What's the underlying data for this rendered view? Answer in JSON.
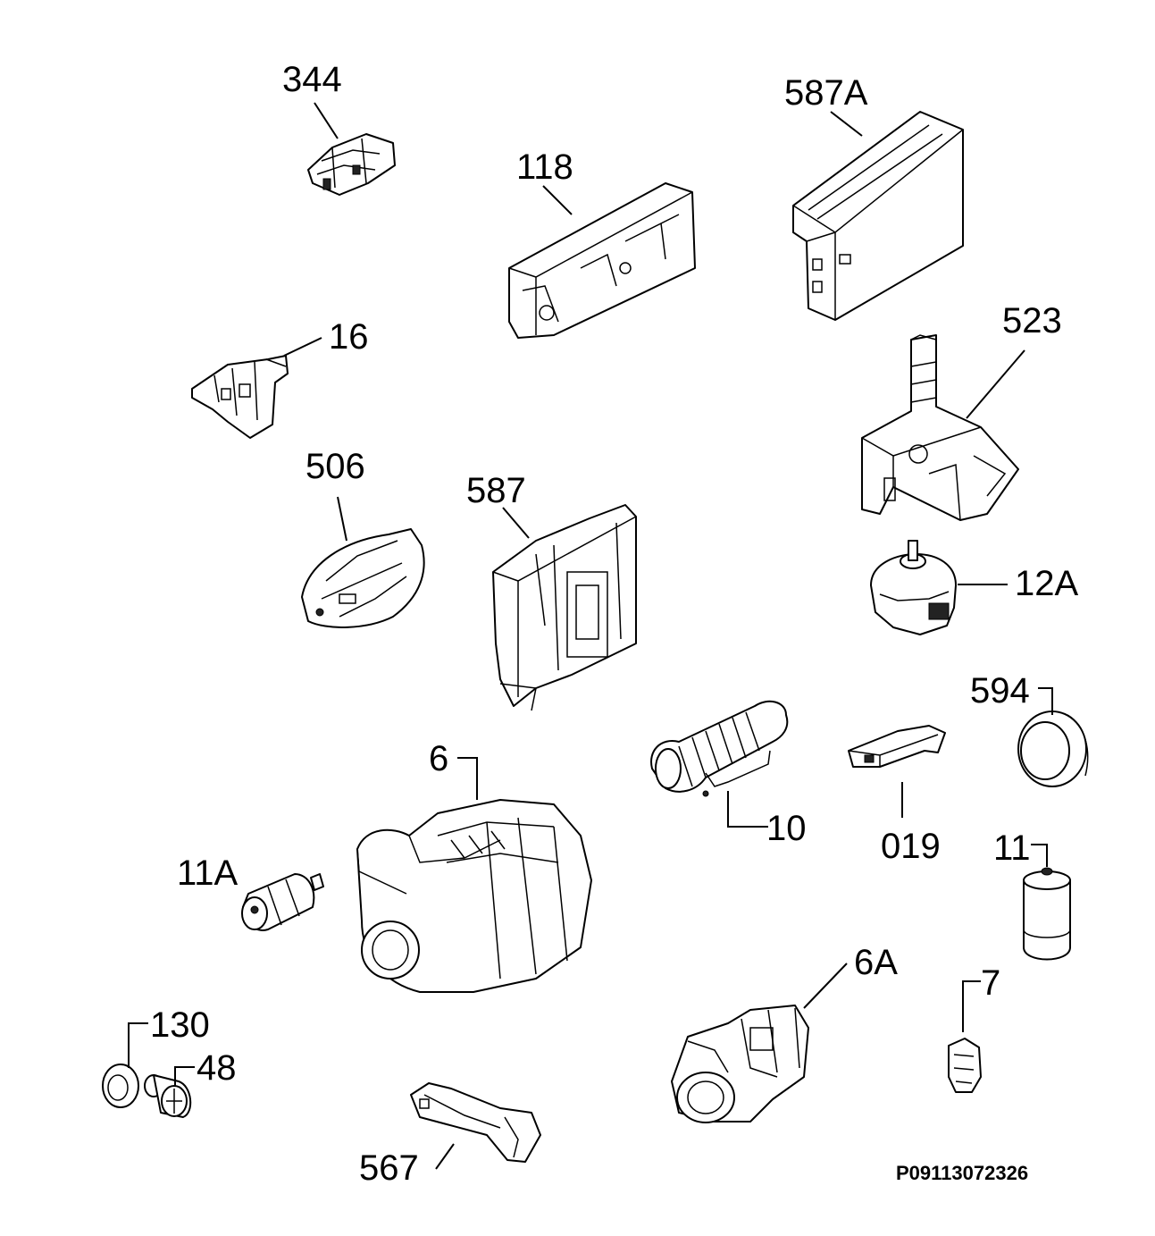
{
  "diagram": {
    "parts": [
      {
        "key": "p344",
        "label": "344"
      },
      {
        "key": "p587A",
        "label": "587A"
      },
      {
        "key": "p118",
        "label": "118"
      },
      {
        "key": "p16",
        "label": "16"
      },
      {
        "key": "p523",
        "label": "523"
      },
      {
        "key": "p506",
        "label": "506"
      },
      {
        "key": "p587",
        "label": "587"
      },
      {
        "key": "p12A",
        "label": "12A"
      },
      {
        "key": "p594",
        "label": "594"
      },
      {
        "key": "p6",
        "label": "6"
      },
      {
        "key": "p10",
        "label": "10"
      },
      {
        "key": "p019",
        "label": "019"
      },
      {
        "key": "p11A",
        "label": "11A"
      },
      {
        "key": "p11",
        "label": "11"
      },
      {
        "key": "p6A",
        "label": "6A"
      },
      {
        "key": "p7",
        "label": "7"
      },
      {
        "key": "p130",
        "label": "130"
      },
      {
        "key": "p48",
        "label": "48"
      },
      {
        "key": "p567",
        "label": "567"
      }
    ],
    "drawing_code": "P09113072326"
  }
}
